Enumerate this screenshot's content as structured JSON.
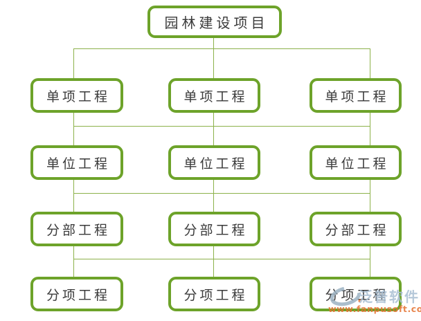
{
  "diagram": {
    "root": {
      "label": "园林建设项目"
    },
    "levels": [
      {
        "nodes": [
          {
            "label": "单项工程"
          },
          {
            "label": "单项工程"
          },
          {
            "label": "单项工程"
          }
        ]
      },
      {
        "nodes": [
          {
            "label": "单位工程"
          },
          {
            "label": "单位工程"
          },
          {
            "label": "单位工程"
          }
        ]
      },
      {
        "nodes": [
          {
            "label": "分部工程"
          },
          {
            "label": "分部工程"
          },
          {
            "label": "分部工程"
          }
        ]
      },
      {
        "nodes": [
          {
            "label": "分项工程"
          },
          {
            "label": "分项工程"
          },
          {
            "label": "分项工程"
          }
        ]
      }
    ]
  },
  "watermark": {
    "brand": "泛普软件",
    "url": "www.fanpusoft.com"
  },
  "colors": {
    "box_border": "#6da32a",
    "connector": "#8cb14a",
    "node_text": "#3a3a3a",
    "watermark_brand": "#a9bfd3",
    "watermark_url": "#e4702f"
  }
}
